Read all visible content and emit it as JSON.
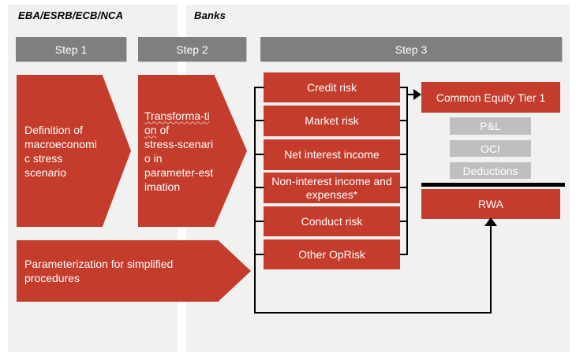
{
  "headers": {
    "authority": "EBA/ESRB/ECB/NCA",
    "banks": "Banks"
  },
  "steps": {
    "step1": "Step 1",
    "step2": "Step 2",
    "step3": "Step 3"
  },
  "flow": {
    "macro_scenario": "Definition of\nmacroeconomi\nc stress\nscenario",
    "transformation": {
      "misspelled_line1": "Transforma-ti",
      "misspelled_line2_word": "on",
      "rest": " of\nstress-scenari\no in\nparameter-est\nimation"
    },
    "simplified": "Parameterization for simplified\nprocedures"
  },
  "risks": [
    "Credit risk",
    "Market risk",
    "Net interest income",
    "Non-interest income and expenses*",
    "Conduct risk",
    "Other OpRisk"
  ],
  "capital": {
    "cet1": "Common Equity Tier 1",
    "pnl": "P&L",
    "oci": "OCI",
    "deductions": "Deductions",
    "rwa": "RWA"
  },
  "comment_marker": "*",
  "colors": {
    "red": "#c43c2c",
    "step_gray": "#7f7f7f",
    "light_gray": "#bfbfbf",
    "panel_gray": "#f1f1f0",
    "connector": "#000000",
    "squiggle": "#efb3a7"
  }
}
